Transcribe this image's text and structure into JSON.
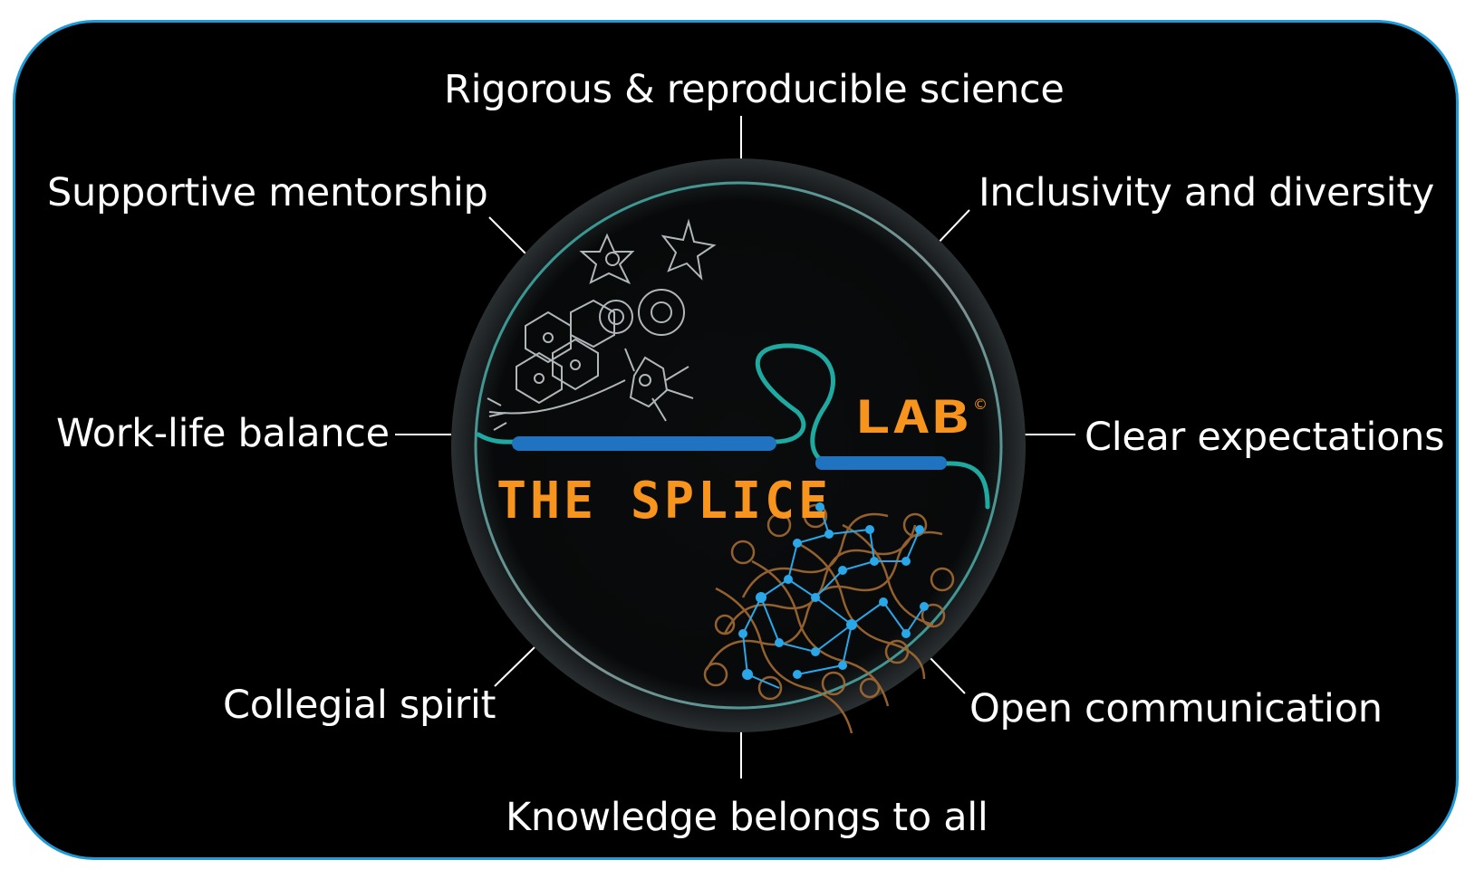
{
  "logo": {
    "name_main": "THE SPLICE",
    "name_suffix": "LAB",
    "copyright": "©"
  },
  "values": [
    {
      "id": "top",
      "text": "Rigorous & reproducible science"
    },
    {
      "id": "top-left",
      "text": "Supportive mentorship"
    },
    {
      "id": "top-right",
      "text": "Inclusivity and diversity"
    },
    {
      "id": "left",
      "text": "Work-life balance"
    },
    {
      "id": "right",
      "text": "Clear expectations"
    },
    {
      "id": "bottom-left",
      "text": "Collegial spirit"
    },
    {
      "id": "bottom-right",
      "text": "Open communication"
    },
    {
      "id": "bottom",
      "text": "Knowledge belongs to all"
    }
  ],
  "colors": {
    "background": "#000000",
    "border": "#1e9ad6",
    "teal": "#1fa9a0",
    "blue": "#1f73c0",
    "orange": "#f7941d",
    "text": "#ffffff"
  }
}
